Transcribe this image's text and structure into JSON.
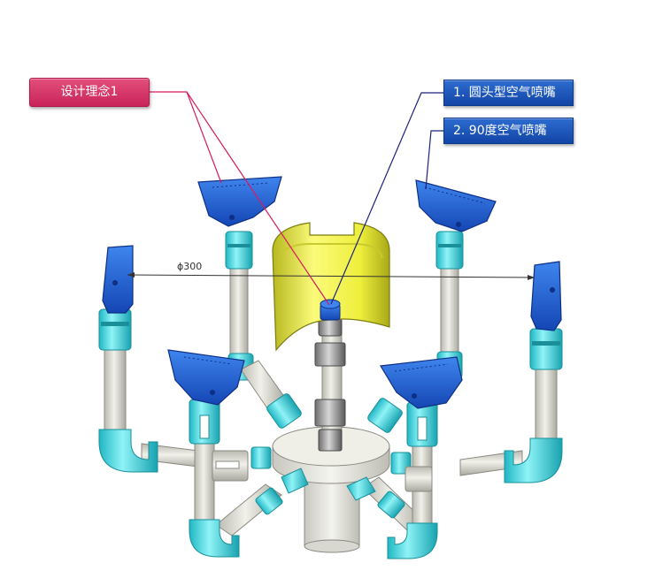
{
  "callouts": {
    "design_concept": "设计理念1",
    "nozzle_round": "1. 圆头型空气喷嘴",
    "nozzle_90": "2. 90度空气喷嘴"
  },
  "dimension": {
    "label": "ϕ300"
  },
  "colors": {
    "nozzle_blue": "#1f5fd8",
    "fitting_cyan": "#4ee0ea",
    "pipe_grey": "#dcdcd4",
    "shield_yellow": "#f2f24a",
    "callout_pink": "#d8356a",
    "callout_blue": "#1a52b8",
    "leader_pink": "#d81b60",
    "leader_blue": "#1a237e"
  }
}
